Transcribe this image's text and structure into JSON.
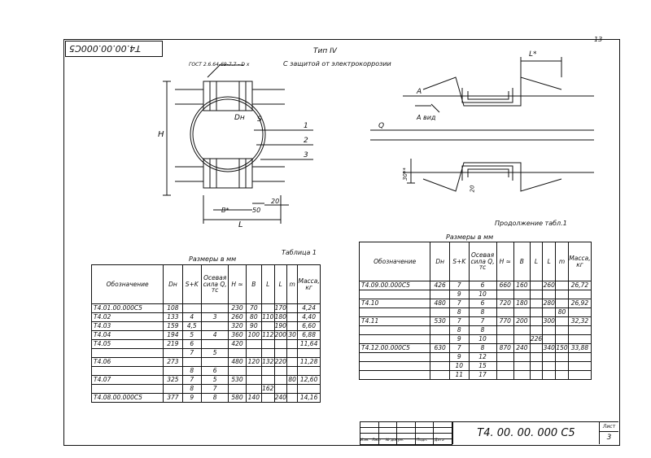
{
  "sheet_code_rotated": "Т4.00.00.000С5",
  "sheet_corner_number": "13",
  "drawing": {
    "type_label": "Тип IV",
    "subtitle": "С защитой от электрокоррозии",
    "gost_label": "ГОСТ 2.6.64-69-7.7 - D х",
    "labels": {
      "H": "H",
      "Dn": "Dн",
      "S": "S",
      "L": "L",
      "B": "B*",
      "dim50": "50",
      "dim20": "20",
      "call1": "1",
      "call2": "2",
      "call3": "3",
      "L_star": "L*",
      "A": "A",
      "A_vid": "A вид",
      "Q": "Q",
      "dim30": "30**",
      "dim20b": "20"
    }
  },
  "table1": {
    "caption": "Таблица 1",
    "units": "Размеры в мм",
    "headers": [
      "Обозначение",
      "Dн",
      "S+K",
      "Осевая сила Q, тс",
      "H ≈",
      "B",
      "L",
      "L",
      "m",
      "Масса, кг"
    ],
    "rows": [
      [
        "Т4.01.00.000С5",
        "108",
        "",
        "",
        "230",
        "70",
        "",
        "170",
        "",
        "4,24"
      ],
      [
        "Т4.02",
        "133",
        "4",
        "3",
        "260",
        "80",
        "110",
        "180",
        "",
        "4,40"
      ],
      [
        "Т4.03",
        "159",
        "4,5",
        "",
        "320",
        "90",
        "",
        "190",
        "",
        "6,60"
      ],
      [
        "Т4.04",
        "194",
        "5",
        "4",
        "360",
        "100",
        "112",
        "200",
        "30",
        "6,88"
      ],
      [
        "Т4.05",
        "219",
        "6",
        "",
        "420",
        "",
        "",
        "",
        "",
        "11,64"
      ],
      [
        "",
        "",
        "7",
        "5",
        "",
        "",
        "",
        "",
        "",
        ""
      ],
      [
        "Т4.06",
        "273",
        "",
        "",
        "480",
        "120",
        "132",
        "220",
        "",
        "11,28"
      ],
      [
        "",
        "",
        "8",
        "6",
        "",
        "",
        "",
        "",
        "",
        ""
      ],
      [
        "Т4.07",
        "325",
        "7",
        "5",
        "530",
        "",
        "",
        "",
        "80",
        "12,60"
      ],
      [
        "",
        "",
        "8",
        "7",
        "",
        "",
        "162",
        "",
        "",
        ""
      ],
      [
        "Т4.08.00.000С5",
        "377",
        "9",
        "8",
        "580",
        "140",
        "",
        "240",
        "",
        "14,16"
      ]
    ]
  },
  "table2": {
    "caption": "Продолжение табл.1",
    "units": "Размеры в мм",
    "headers": [
      "Обозначение",
      "Dн",
      "S+K",
      "Осевая сила Q, тс",
      "H ≈",
      "B",
      "L",
      "L",
      "m",
      "Масса, кг"
    ],
    "rows": [
      [
        "Т4.09.00.000С5",
        "426",
        "7",
        "6",
        "660",
        "160",
        "",
        "260",
        "",
        "26,72"
      ],
      [
        "",
        "",
        "9",
        "10",
        "",
        "",
        "",
        "",
        "",
        ""
      ],
      [
        "Т4.10",
        "480",
        "7",
        "6",
        "720",
        "180",
        "",
        "280",
        "",
        "26,92"
      ],
      [
        "",
        "",
        "8",
        "8",
        "",
        "",
        "",
        "",
        "80",
        ""
      ],
      [
        "Т4.11",
        "530",
        "7",
        "7",
        "770",
        "200",
        "",
        "300",
        "",
        "32,32"
      ],
      [
        "",
        "",
        "8",
        "8",
        "",
        "",
        "",
        "",
        "",
        ""
      ],
      [
        "",
        "",
        "9",
        "10",
        "",
        "",
        "226",
        "",
        "",
        ""
      ],
      [
        "Т4.12.00.000С5",
        "630",
        "7",
        "8",
        "870",
        "240",
        "",
        "340",
        "150",
        "33,88"
      ],
      [
        "",
        "",
        "9",
        "12",
        "",
        "",
        "",
        "",
        "",
        ""
      ],
      [
        "",
        "",
        "10",
        "15",
        "",
        "",
        "",
        "",
        "",
        ""
      ],
      [
        "",
        "",
        "11",
        "17",
        "",
        "",
        "",
        "",
        "",
        ""
      ]
    ]
  },
  "title_block": {
    "code": "Т4. 00. 00. 000 С5",
    "sheet_label": "Лист",
    "sheet_number": "3",
    "column_labels": [
      "Изм.",
      "Лист",
      "№ докум.",
      "Подп.",
      "Дата"
    ]
  }
}
